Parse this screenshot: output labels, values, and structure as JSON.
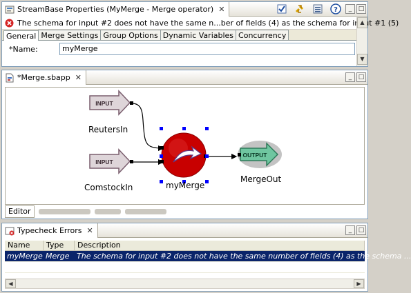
{
  "properties_view": {
    "title": "StreamBase Properties (MyMerge - Merge operator)",
    "close": "✕",
    "error_message": "The schema for input #2 does not have the same n...ber of fields (4) as the schema for input #1 (5)",
    "tabs": [
      "General",
      "Merge Settings",
      "Group Options",
      "Dynamic Variables",
      "Concurrency"
    ],
    "name_label": "*Name:",
    "name_value": "myMerge",
    "icons": [
      "checkbox-icon",
      "link-icon",
      "view-menu-icon",
      "help-icon"
    ]
  },
  "editor_view": {
    "tab_title": "*Merge.sbapp",
    "close": "✕",
    "bottom_tab": "Editor",
    "diagram": {
      "input1_label": "INPUT",
      "input1_name": "ReutersIn",
      "input2_label": "INPUT",
      "input2_name": "ComstockIn",
      "operator_name": "myMerge",
      "output_label": "OUTPUT",
      "output_name": "MergeOut"
    }
  },
  "typecheck_view": {
    "title": "Typecheck Errors",
    "close": "✕",
    "columns": [
      "Name",
      "Type",
      "Description"
    ],
    "rows": [
      {
        "name": "myMerge",
        "type": "Merge",
        "description": "The schema for input #2 does not have the same number of fields (4) as the schema ..."
      }
    ]
  },
  "window_buttons": {
    "minimize": "_",
    "maximize": "□"
  },
  "colors": {
    "operator_red": "#cc0000",
    "selection_blue": "#0a246a",
    "handle_blue": "#0000ff",
    "output_green": "#6fc6a0"
  }
}
